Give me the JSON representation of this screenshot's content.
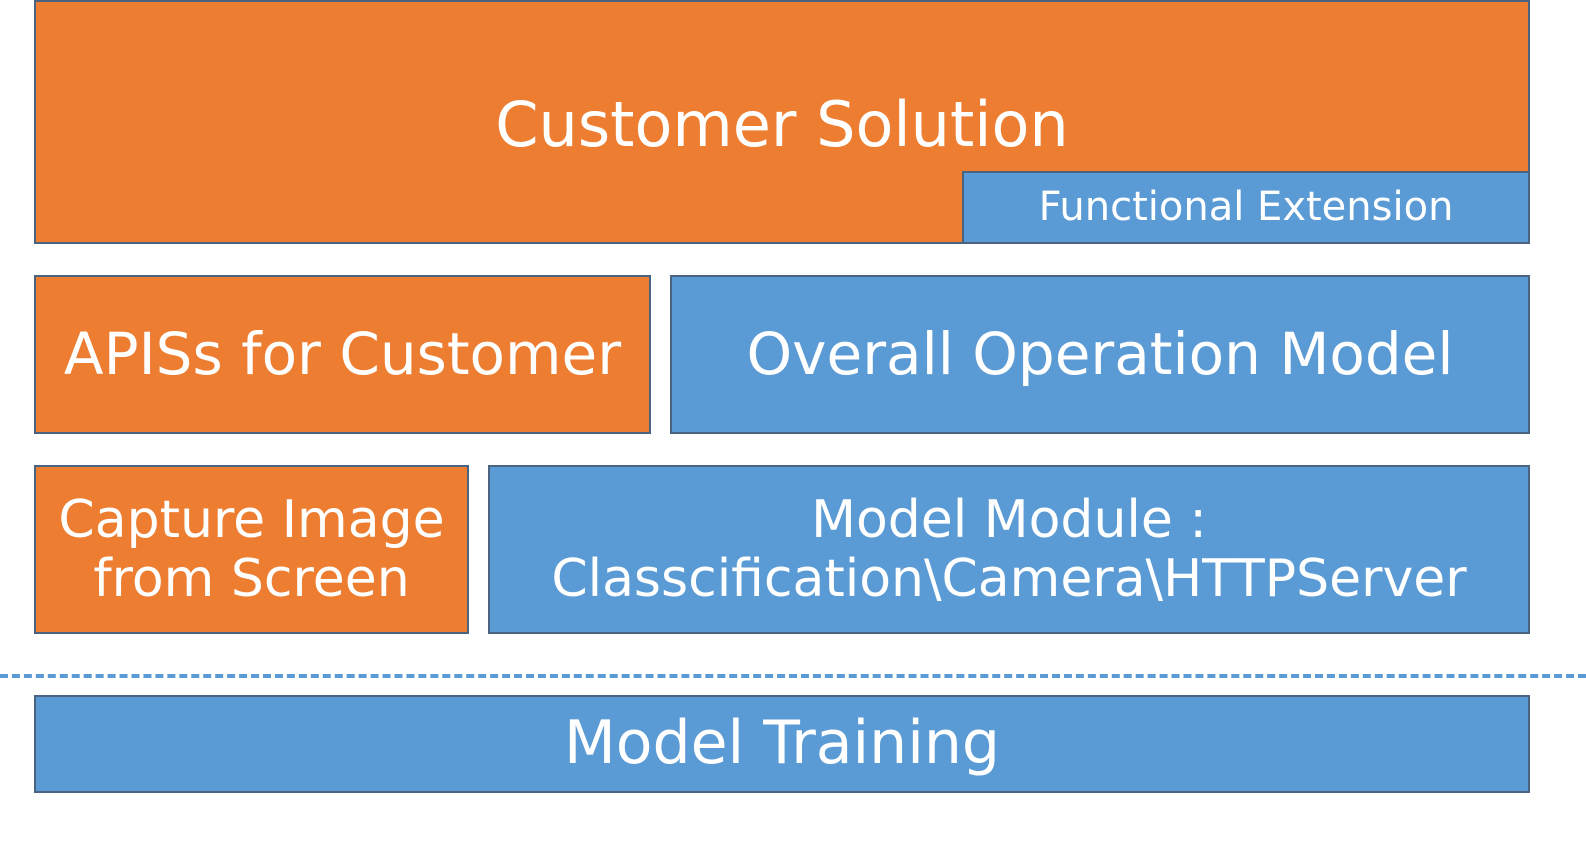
{
  "diagram": {
    "customer_solution": {
      "label": "Customer Solution",
      "color": "#ED7D31"
    },
    "functional_extension": {
      "label": "Functional Extension",
      "color": "#5B9BD5"
    },
    "apis_for_customer": {
      "label": "APISs for Customer",
      "color": "#ED7D31"
    },
    "overall_operation_model": {
      "label": "Overall Operation Model",
      "color": "#5B9BD5"
    },
    "capture_image": {
      "label": "Capture Image\nfrom Screen",
      "color": "#ED7D31"
    },
    "model_module": {
      "label": "Model Module :\nClasscification\\Camera\\HTTPServer",
      "color": "#5B9BD5"
    },
    "model_training": {
      "label": "Model Training",
      "color": "#5B9BD5"
    },
    "divider": {
      "style": "dashed",
      "color": "#5B9BD5"
    }
  }
}
